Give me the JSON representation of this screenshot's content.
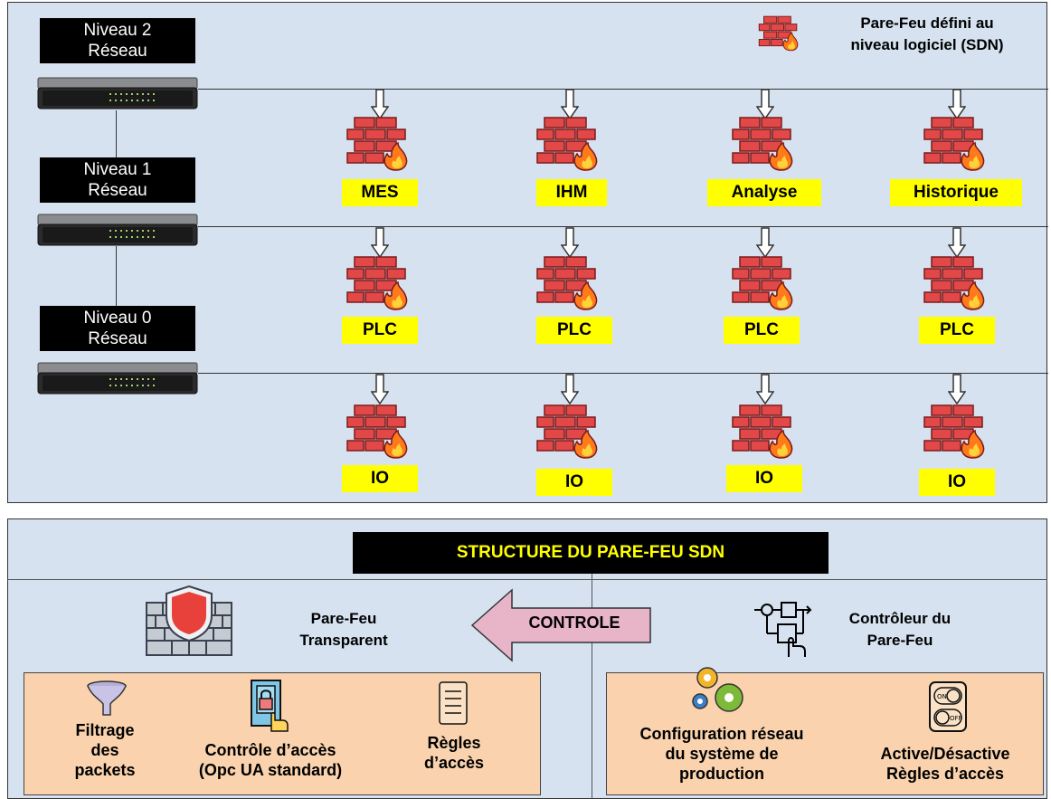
{
  "legend": {
    "line1": "Pare-Feu défini au",
    "line2": "niveau logiciel (SDN)"
  },
  "levels": [
    {
      "line1": "Niveau 2",
      "line2": "Réseau"
    },
    {
      "line1": "Niveau 1",
      "line2": "Réseau"
    },
    {
      "line1": "Niveau 0",
      "line2": "Réseau"
    }
  ],
  "row1": [
    "MES",
    "IHM",
    "Analyse",
    "Historique"
  ],
  "row2": [
    "PLC",
    "PLC",
    "PLC",
    "PLC"
  ],
  "row3": [
    "IO",
    "IO",
    "IO",
    "IO"
  ],
  "structure": {
    "title": "STRUCTURE DU PARE-FEU SDN",
    "transparent": {
      "line1": "Pare-Feu",
      "line2": "Transparent"
    },
    "controle": "CONTROLE",
    "controller": {
      "line1": "Contrôleur du",
      "line2": "Pare-Feu"
    },
    "left_items": {
      "filtrage": {
        "line1": "Filtrage",
        "line2": "des",
        "line3": "packets"
      },
      "controle_acces": {
        "line1": "Contrôle d’accès",
        "line2": "(Opc UA standard)"
      },
      "regles": {
        "line1": "Règles",
        "line2": "d’accès"
      }
    },
    "right_items": {
      "config": {
        "line1": "Configuration réseau",
        "line2": "du système de",
        "line3": "production"
      },
      "active": {
        "line1": "Active/Désactive",
        "line2": "Règles d’accès"
      },
      "on_label": "ON",
      "off_label": "OFF"
    }
  },
  "colors": {
    "panel": "#d6e2f0",
    "highlight": "#ffff00",
    "box": "#fad3ae",
    "arrow": "#e8b4c8",
    "firewall_brick": "#e03c3c"
  }
}
